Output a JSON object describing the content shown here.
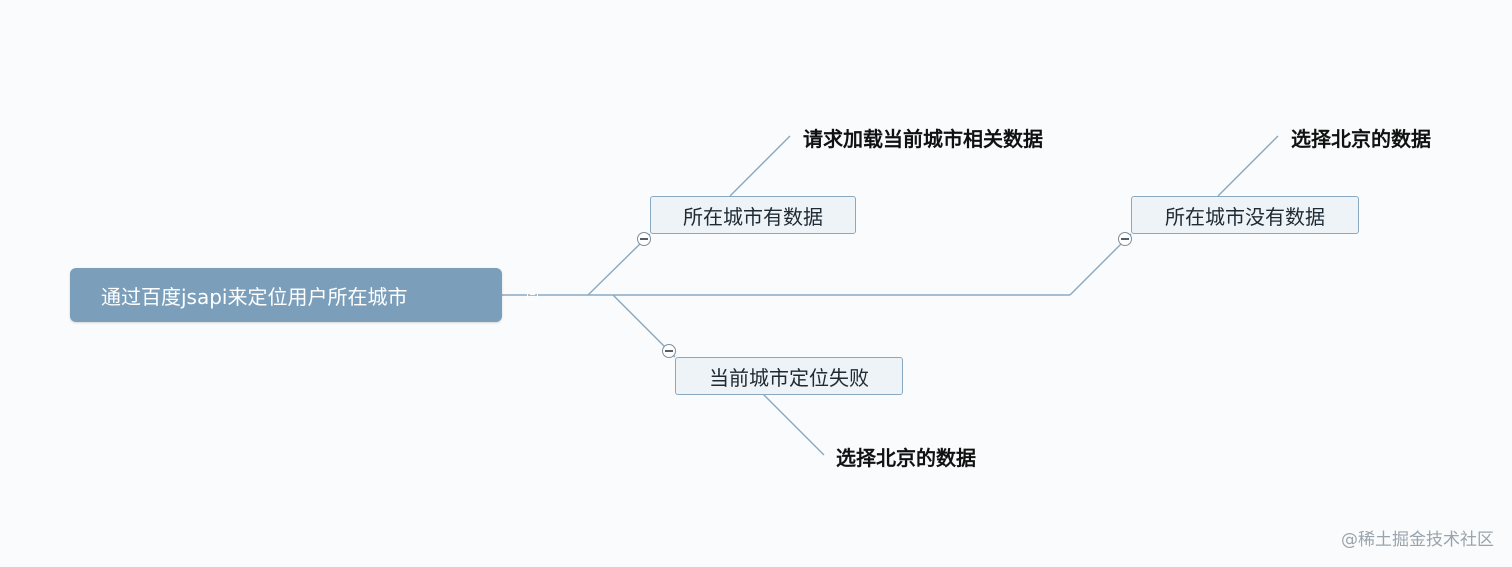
{
  "mindmap": {
    "root": {
      "label": "通过百度jsapi来定位用户所在城市",
      "icon": "note-icon"
    },
    "branches": [
      {
        "label": "所在城市有数据",
        "child": "请求加载当前城市相关数据"
      },
      {
        "label": "所在城市没有数据",
        "child": "选择北京的数据"
      },
      {
        "label": "当前城市定位失败",
        "child": "选择北京的数据"
      }
    ]
  },
  "watermark": "@稀土掘金技术社区",
  "colors": {
    "root_fill": "#7b9fba",
    "topic_fill": "#eef3f7",
    "topic_border": "#8aa9c1",
    "connector": "#8aa9c1",
    "background": "#fafbfc"
  }
}
